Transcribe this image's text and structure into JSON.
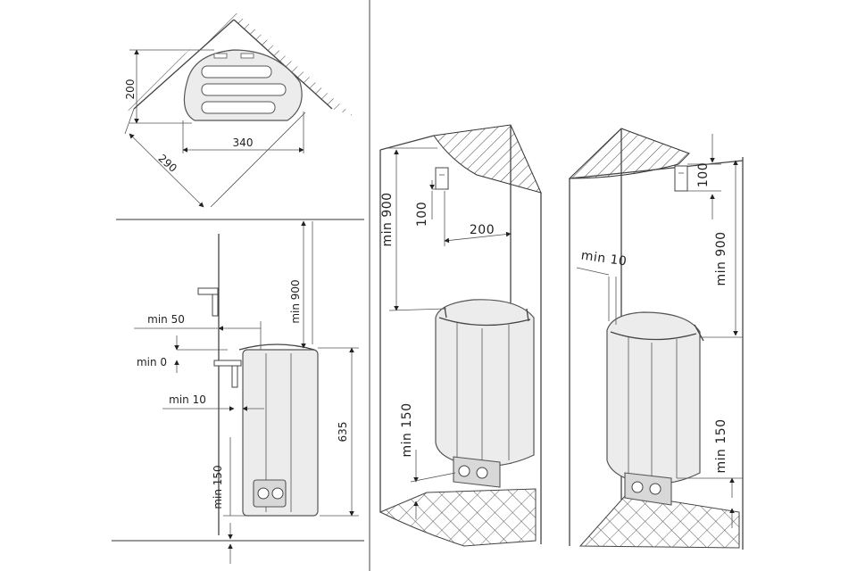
{
  "top_view": {
    "dim_depth": "200",
    "dim_width": "340",
    "dim_diagonal": "290"
  },
  "side_view": {
    "dim_min50": "min 50",
    "dim_min0": "min 0",
    "dim_min10": "min 10",
    "dim_min150": "min 150",
    "dim_min900": "min 900",
    "dim_height": "635"
  },
  "corner_view_a": {
    "dim_min900": "min 900",
    "dim_100": "100",
    "dim_200": "200",
    "dim_min150": "min 150"
  },
  "corner_view_b": {
    "dim_min10": "min 10",
    "dim_100": "100",
    "dim_min900": "min 900",
    "dim_min150": "min 150"
  },
  "colors": {
    "line": "#333333",
    "heater_body": "#ececec",
    "background": "#ffffff"
  }
}
